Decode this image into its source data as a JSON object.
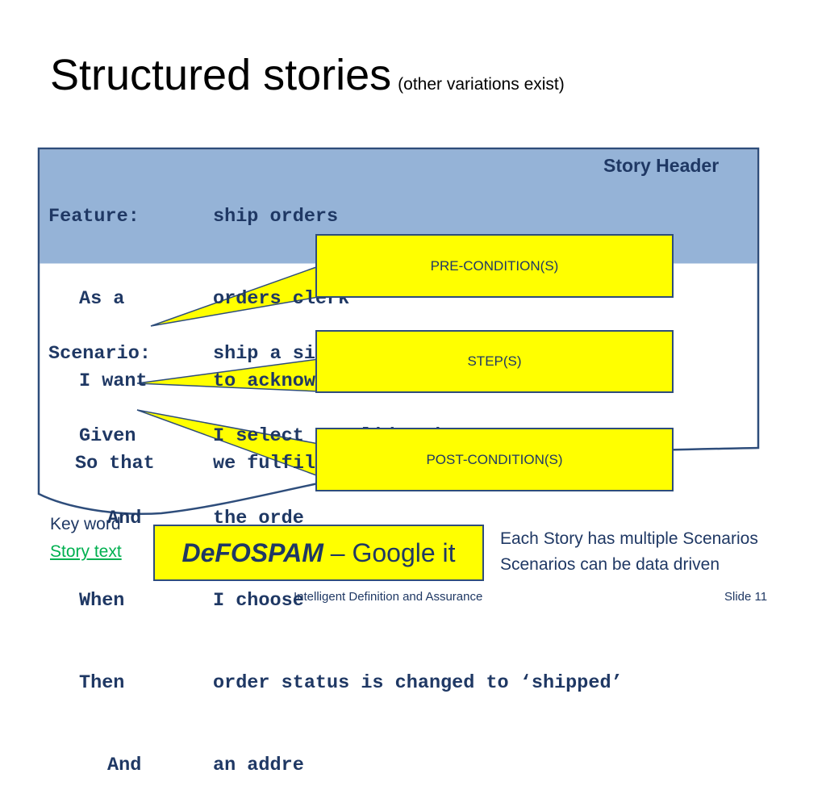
{
  "slide": {
    "title": "Structured stories",
    "subtitle": "(other variations exist)"
  },
  "story": {
    "header_label": "Story Header",
    "rows": [
      {
        "keyword": "Feature:",
        "text": "ship orders"
      },
      {
        "keyword": "As a",
        "text": "orders clerk"
      },
      {
        "keyword": "I want",
        "text": "to acknowledge and ship the order"
      },
      {
        "keyword": "So that",
        "text": "we fulfil"
      },
      {
        "keyword": "Scenario:",
        "text": "ship a single book from stock"
      },
      {
        "keyword": "Given",
        "text": "I select a valid order"
      },
      {
        "keyword": "And",
        "text": "the orde"
      },
      {
        "keyword": "When",
        "text": "I choose"
      },
      {
        "keyword": "Then",
        "text": "order status is changed to ‘shipped’"
      },
      {
        "keyword": "And",
        "text": "an addre"
      }
    ]
  },
  "callouts": {
    "pre": "PRE-CONDITION(S)",
    "step": "STEP(S)",
    "post": "POST-CONDITION(S)"
  },
  "legend": {
    "keyword": "Key word",
    "story_text": "Story text"
  },
  "defospam": {
    "strong": "DeFOSPAM",
    "rest": " – Google it"
  },
  "notes": [
    "Each Story has multiple Scenarios",
    "Scenarios can be data driven"
  ],
  "footer": {
    "center": "Intelligent Definition and Assurance",
    "slide_label": "Slide 11"
  },
  "colors": {
    "header_fill": "#95b3d7",
    "border": "#2e4d7b",
    "callout_fill": "#ffff00",
    "text_dark": "#1f3864",
    "story_text_green": "#00b050"
  }
}
